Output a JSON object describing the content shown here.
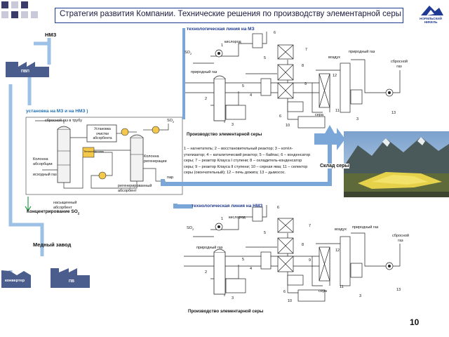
{
  "header": {
    "title": "Стратегия развития Компании. Технические решения по производству элементарной серы",
    "logo_text": "НОРИЛЬСКИЙ НИКЕЛЬ"
  },
  "colors": {
    "title_border": "#1f3a93",
    "arrow_blue": "#7aa7d8",
    "factory_fill": "#4a5d8c",
    "square_dark": "#3b3b6b",
    "square_light": "#c9c9d9"
  },
  "icons": [
    "logo-icon",
    "factory-icon",
    "pump-icon",
    "reactor-icon",
    "condenser-icon"
  ],
  "left_flow": {
    "nmz_label": "НМЗ",
    "pvp_label": "ПВП",
    "install_label": "установка на МЗ и на НМЗ )",
    "mednyi_label": "Медный завод",
    "converter_label": "конвертер",
    "pv_label": "ПВ"
  },
  "concentration": {
    "caption": "Концентрирование SO",
    "caption_sub": "2",
    "exhaust": "сбросной газ в трубу",
    "column_absorber": "Колонна абсорбции",
    "outgoing_gas": "исходный газ",
    "saturated_absorbent": "насыщенный абсорбент",
    "regenerated_absorbent": "регенерированный абсорбент",
    "column_regen": "Колонна регенерации",
    "cleaning_unit": "Установка очистки абсорбента",
    "exchanger": "Теплообменник",
    "so2": "SO",
    "so2_sub": "2",
    "steam": "пар"
  },
  "scheme_top": {
    "label": "технологическая линия на МЗ",
    "caption": "Производство элементарной серы",
    "so2": "SO",
    "so2_sub": "2",
    "oxygen": "кислород",
    "natural_gas_1": "природный газ",
    "natural_gas_2": "природный газ",
    "air": "воздух",
    "exhaust": "сбросной газ",
    "sulfur": "сера",
    "numbers": [
      "1",
      "2",
      "3",
      "4",
      "5",
      "6",
      "7",
      "8",
      "9",
      "10",
      "11",
      "12",
      "13",
      "5",
      "6",
      "3"
    ]
  },
  "scheme_bottom": {
    "label": "технологическая линия на НМЗ",
    "caption": "Производство элементарной серы",
    "so2": "SO",
    "so2_sub": "2",
    "oxygen": "кислород",
    "natural_gas_1": "природный газ",
    "natural_gas_2": "природный газ",
    "air": "воздух",
    "exhaust": "сбросной газ",
    "sulfur": "сера",
    "numbers": [
      "1",
      "2",
      "3",
      "4",
      "5",
      "6",
      "7",
      "8",
      "9",
      "10",
      "11",
      "12",
      "13",
      "5",
      "6",
      "3"
    ]
  },
  "legend": "1 – нагнетатель; 2 – восстановительный реактор; 3 – котёл-утилизатор; 4 – каталитический реактор; 5 – байпас; 6 – конденсатор серы; 7 – реактор Клауса I ступени; 8 – охладитель-конденсатор серы; 9 – реактор Клауса II ступени; 10 – серная яма; 11 – селектор серы (окончательный); 12 – печь дожига; 13 – дымосос.",
  "warehouse_label": "Склад серы",
  "page_number": "10"
}
